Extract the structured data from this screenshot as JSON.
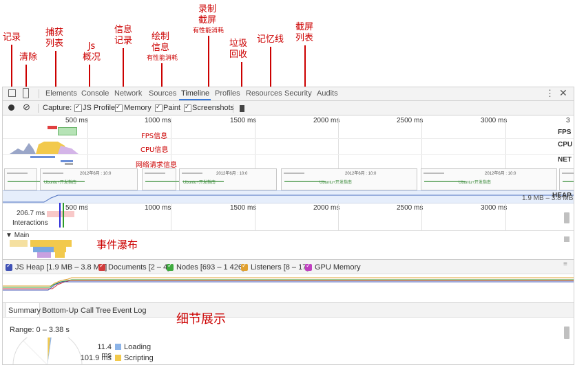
{
  "annotations": {
    "record": "记录",
    "clear": "清除",
    "capture_list": [
      "捕获",
      "列表"
    ],
    "js_overview": [
      "Js",
      "概况"
    ],
    "info_record": [
      "信息",
      "记录"
    ],
    "paint_info": [
      "绘制",
      "信息"
    ],
    "paint_cost": "有性能消耗",
    "record_screenshot": [
      "录制",
      "截屏"
    ],
    "screenshot_cost": "有性能消耗",
    "gc": [
      "垃圾",
      "回收"
    ],
    "memory_line": "记忆线",
    "screenshot_list": [
      "截屏",
      "列表"
    ],
    "fps_info": "FPS信息",
    "cpu_info": "CPU信息",
    "network_info": "网络请求信息",
    "event_waterfall": "事件瀑布",
    "detail_view": "细节展示"
  },
  "tabs": [
    "Elements",
    "Console",
    "Network",
    "Sources",
    "Timeline",
    "Profiles",
    "Resources",
    "Security",
    "Audits"
  ],
  "active_tab": "Timeline",
  "toolbar": {
    "capture_label": "Capture:",
    "js_profile": "JS Profile",
    "memory": "Memory",
    "paint": "Paint",
    "screenshots": "Screenshots"
  },
  "ruler": [
    "500 ms",
    "1000 ms",
    "1500 ms",
    "2000 ms",
    "2500 ms",
    "3000 ms",
    "3"
  ],
  "ruler2": [
    "500 ms",
    "1000 ms",
    "1500 ms",
    "2000 ms",
    "2500 ms",
    "3000 ms"
  ],
  "overview_labels": {
    "fps": "FPS",
    "cpu": "CPU",
    "net": "NET",
    "heap": "HEAP",
    "heap_range": "1.9 MB – 3.8 MB"
  },
  "flame": {
    "duration": "206.7 ms",
    "interactions": "Interactions",
    "main": "Main"
  },
  "counters": [
    {
      "label": "JS Heap [1.9 MB – 3.8 MB]",
      "color": "#3f51b5"
    },
    {
      "label": "Documents [2 – 4]",
      "color": "#d13b3b"
    },
    {
      "label": "Nodes [693 – 1 426]",
      "color": "#3daa3d"
    },
    {
      "label": "Listeners [8 – 17]",
      "color": "#e0a030"
    },
    {
      "label": "GPU Memory",
      "color": "#c040c0"
    }
  ],
  "detail_tabs": [
    "Summary",
    "Bottom-Up",
    "Call Tree",
    "Event Log"
  ],
  "summary": {
    "range": "Range: 0 – 3.38 s",
    "rows": [
      {
        "value": "11.4 ms",
        "label": "Loading",
        "color": "#8cb4e8"
      },
      {
        "value": "101.9 ms",
        "label": "Scripting",
        "color": "#f2c94c"
      }
    ]
  },
  "thumb_title": "2012年6月 : 10:0",
  "thumb_sub": "Ubuntu+开发指南"
}
